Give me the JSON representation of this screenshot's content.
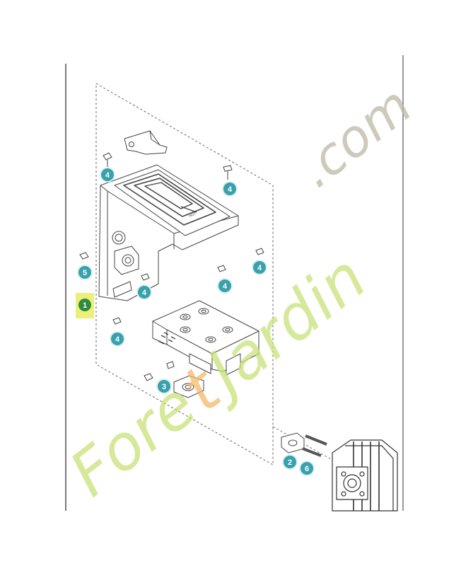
{
  "diagram": {
    "header_code": "",
    "colors": {
      "callout_fill": "#38a1ad",
      "callout_ring": "#dff1f3",
      "highlight_box": "#ecf07a",
      "main_callout": "#2e8b3f",
      "line": "#444444",
      "light_line": "#9a9a9a",
      "watermark_green": "#c9e27a",
      "watermark_orange": "#f4b96a",
      "watermark_gray": "#bdb8a6"
    },
    "main_label": "1",
    "callouts": [
      {
        "id": "c4a",
        "label": "4",
        "part": "screw"
      },
      {
        "id": "c4b",
        "label": "4",
        "part": "screw"
      },
      {
        "id": "c5",
        "label": "5",
        "part": "nut"
      },
      {
        "id": "c4c",
        "label": "4",
        "part": "screw"
      },
      {
        "id": "c4d",
        "label": "4",
        "part": "screw"
      },
      {
        "id": "c4e",
        "label": "4",
        "part": "screw"
      },
      {
        "id": "c4f",
        "label": "4",
        "part": "screw"
      },
      {
        "id": "c3",
        "label": "3",
        "part": "flange"
      },
      {
        "id": "c2",
        "label": "2",
        "part": "gasket"
      },
      {
        "id": "c6",
        "label": "6",
        "part": "stud"
      }
    ],
    "watermark": {
      "part1": "Fore",
      "part2": "t",
      "part3": "Jardin",
      "part4": ".com"
    }
  }
}
